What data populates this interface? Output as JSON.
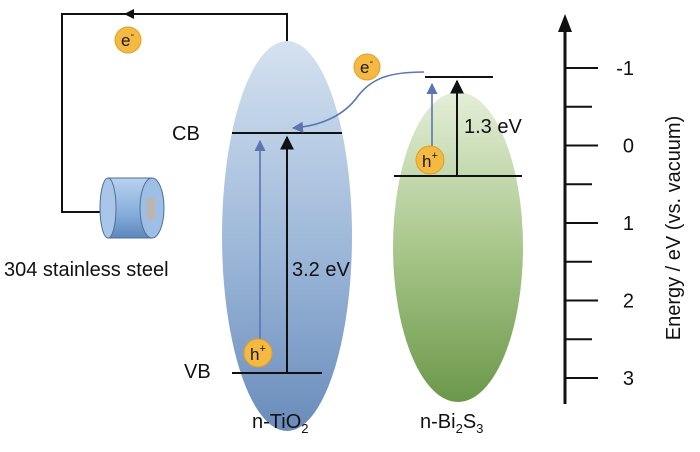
{
  "diagram": {
    "labels": {
      "cb": "CB",
      "vb": "VB",
      "steel": "304 stainless steel",
      "tio2_name": "n-TiO",
      "tio2_sub": "2",
      "bi_name_a": "n-Bi",
      "bi_sub_a": "2",
      "bi_name_b": "S",
      "bi_sub_b": "3",
      "gap_tio2": "3.2 eV",
      "gap_bi2s3": "1.3 eV",
      "axis_title": "Energy / eV (vs. vacuum)"
    },
    "carriers": {
      "electron_base": "e",
      "electron_sign": "-",
      "hole_base": "h",
      "hole_sign": "+"
    },
    "axis": {
      "ticks": [
        "-1",
        "0",
        "1",
        "2",
        "3"
      ]
    },
    "colors": {
      "tio2_top": "#d3e0ef",
      "tio2_bottom": "#6e90be",
      "bi2s3_top": "#e2ecd4",
      "bi2s3_bottom": "#6f9a4e",
      "badge": "#f4b942",
      "arrow_blue": "#5a76b3",
      "steel_blue": "#7fa7d6"
    }
  }
}
